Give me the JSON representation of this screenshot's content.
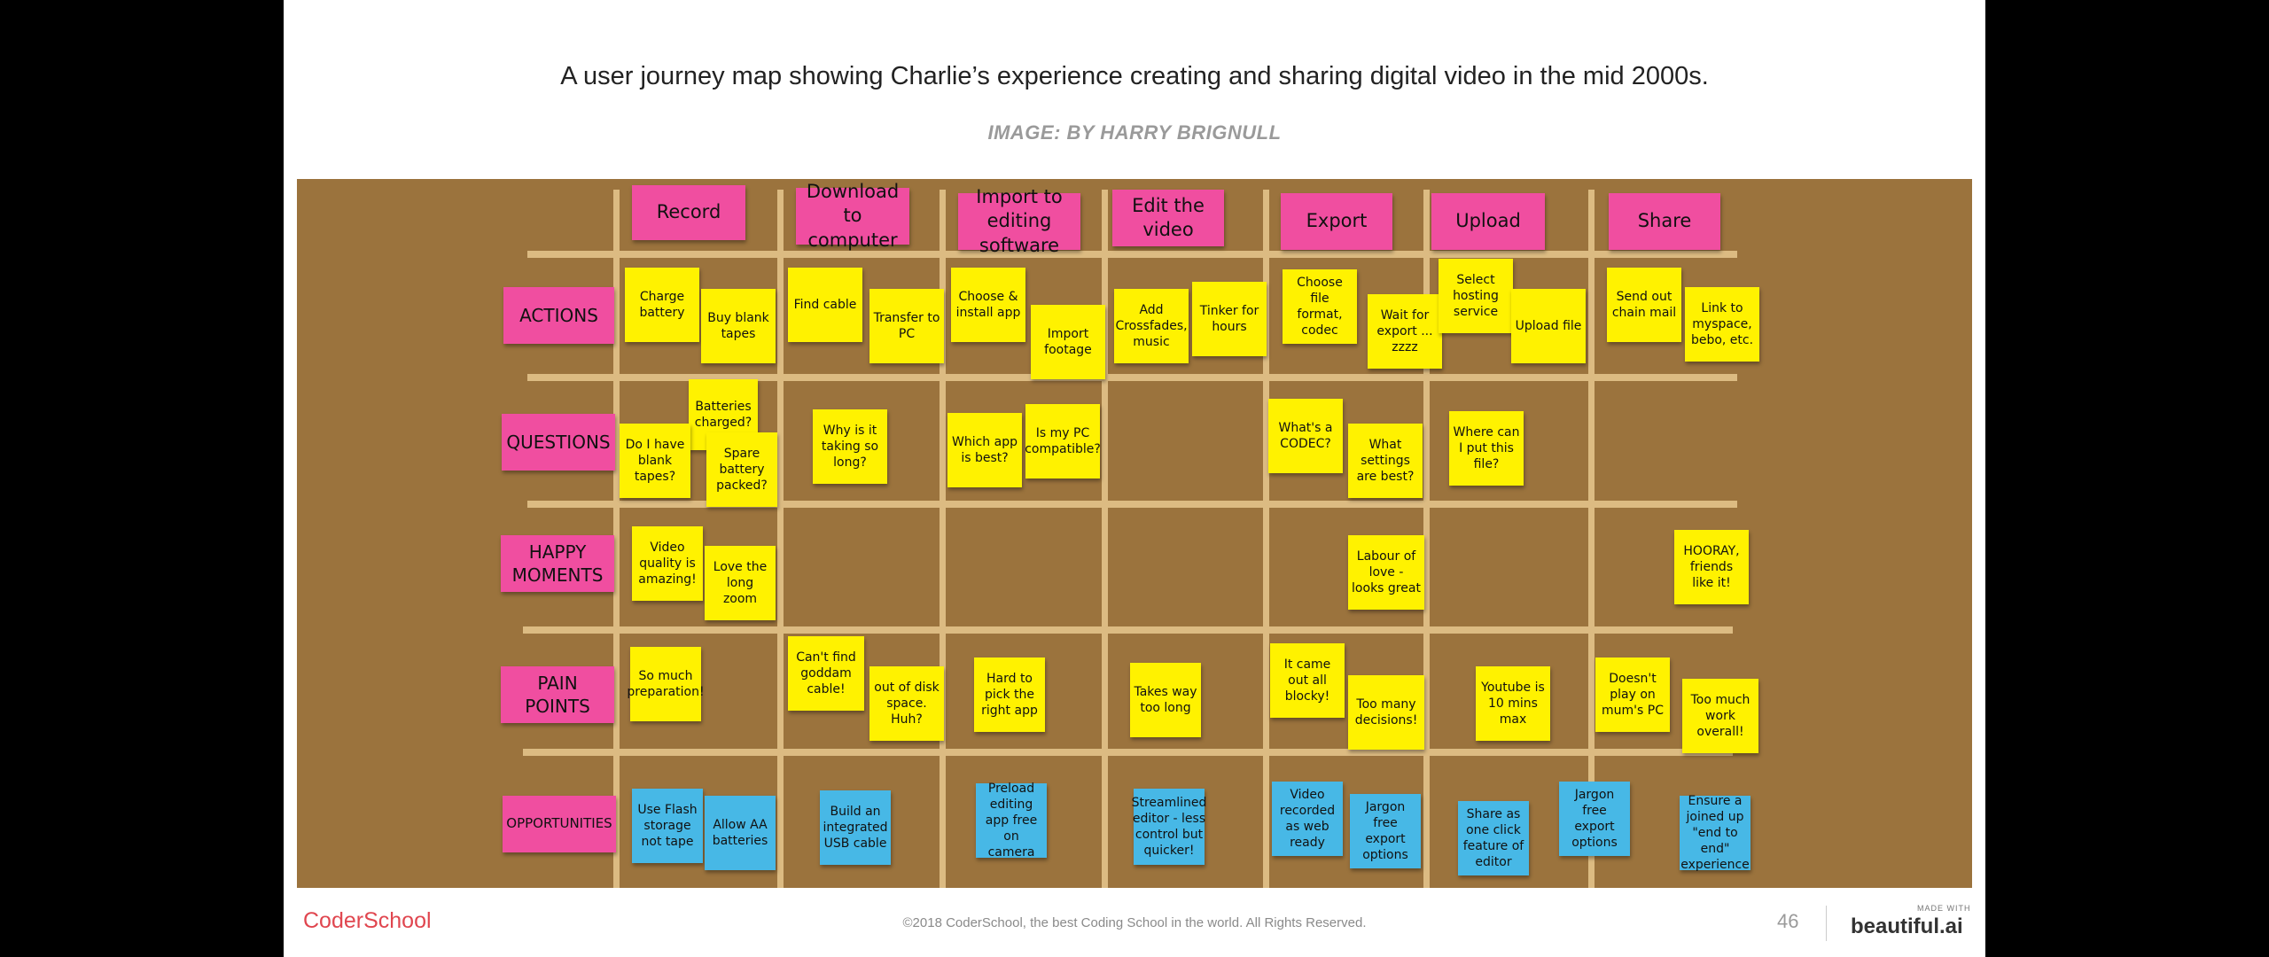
{
  "caption": "A user journey map showing Charlie’s experience creating and sharing digital video in the mid 2000s.",
  "credit": "IMAGE: BY HARRY BRIGNULL",
  "stages": [
    "Record",
    "Download to computer",
    "Import to editing software",
    "Edit the video",
    "Export",
    "Upload",
    "Share"
  ],
  "rows": [
    "ACTIONS",
    "QUESTIONS",
    "HAPPY MOMENTS",
    "PAIN POINTS",
    "OPPORTUNITIES"
  ],
  "notes": {
    "actions": [
      "Charge battery",
      "Buy blank tapes",
      "Find cable",
      "Transfer to PC",
      "Choose & install app",
      "Import footage",
      "Add Crossfades, music",
      "Tinker for hours",
      "Choose file format, codec",
      "Wait for export ... zzzz",
      "Select hosting service",
      "Upload file",
      "Send out chain mail",
      "Link to myspace, bebo, etc."
    ],
    "questions": [
      "Batteries charged?",
      "Do I have blank tapes?",
      "Spare battery packed?",
      "Why is it taking so long?",
      "Which app is best?",
      "Is my PC compatible?",
      "What's a CODEC?",
      "What settings are best?",
      "Where can I put this file?"
    ],
    "happy": [
      "Video quality is amazing!",
      "Love the long zoom",
      "Labour of love - looks great",
      "HOORAY, friends like it!"
    ],
    "pain": [
      "So much preparation!",
      "Can't find goddam cable!",
      "out of disk space. Huh?",
      "Hard to pick the right app",
      "Takes way too long",
      "It came out all blocky!",
      "Too many decisions!",
      "Youtube is 10 mins max",
      "Doesn't play on mum's PC",
      "Too much work overall!"
    ],
    "opportunities": [
      "Use Flash storage not tape",
      "Allow AA batteries",
      "Build an integrated USB cable",
      "Preload editing app free on camera",
      "Streamlined editor - less control but quicker!",
      "Video recorded as web ready",
      "Jargon free export options",
      "Share as one click feature of editor",
      "Jargon free export options",
      "Ensure a joined up \"end to end\" experience"
    ]
  },
  "footer": {
    "logo": "CoderSchool",
    "copyright": "©2018 CoderSchool, the best Coding School in the world. All Rights Reserved.",
    "page": "46",
    "made_with": "MADE WITH",
    "brand": "beautiful.ai"
  },
  "colors": {
    "board": "#9b733d",
    "pink": "#f04ea0",
    "yellow": "#fff200",
    "blue": "#47b8e6",
    "accent": "#e0464f"
  }
}
